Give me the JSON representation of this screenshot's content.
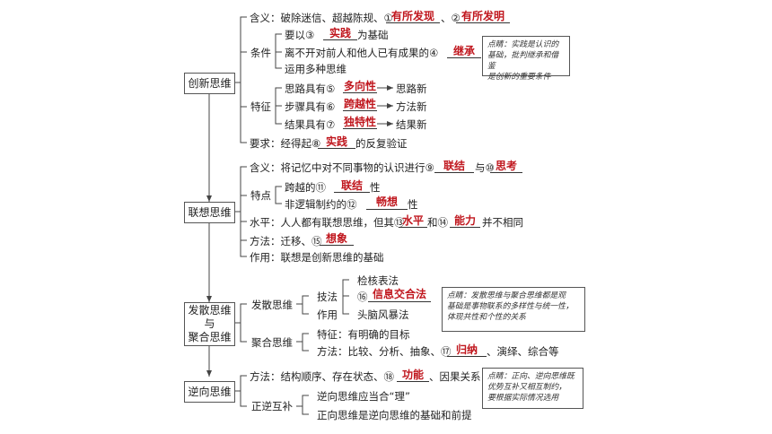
{
  "main_nodes": {
    "innovation": "创新思维",
    "association": "联想思维",
    "divergent": "发散思维\n与\n聚合思维",
    "reverse": "逆向思维"
  },
  "innovation": {
    "meaning_prefix": "含义：破除迷信、超越陈规、①",
    "meaning_a1": "有所发现",
    "meaning_sep": "、②",
    "meaning_a2": "有所发明",
    "condition_label": "条件",
    "cond1_prefix": "要以③",
    "cond1_ans": "实践",
    "cond1_suffix": "为基础",
    "cond2_prefix": "离不开对前人和他人已有成果的④",
    "cond2_ans": "继承",
    "cond3": "运用多种思维",
    "feature_label": "特征",
    "feat1_prefix": "思路具有⑤",
    "feat1_ans": "多向性",
    "feat1_result": "思路新",
    "feat2_prefix": "步骤具有⑥",
    "feat2_ans": "跨越性",
    "feat2_result": "方法新",
    "feat3_prefix": "结果具有⑦",
    "feat3_ans": "独特性",
    "feat3_result": "结果新",
    "require_prefix": "要求：经得起⑧",
    "require_ans": "实践",
    "require_suffix": "的反复验证",
    "note": "点睛：实践是认识的\n基础，批判继承和借鉴\n是创新的重要条件"
  },
  "association": {
    "meaning_prefix": "含义：将记忆中对不同事物的认识进行⑨",
    "meaning_a1": "联结",
    "meaning_sep": "与⑩",
    "meaning_a2": "思考",
    "feature_label": "特点",
    "feat1_prefix": "跨越的⑪",
    "feat1_ans": "联结",
    "feat1_suffix": "性",
    "feat2_prefix": "非逻辑制约的⑫",
    "feat2_ans": "畅想",
    "feat2_suffix": "性",
    "level_prefix": "水平：人人都有联想思维，但其⑬",
    "level_a1": "水平",
    "level_sep": "和⑭",
    "level_a2": "能力",
    "level_suffix": "并不相同",
    "method_prefix": "方法：迁移、⑮",
    "method_ans": "想象",
    "role": "作用：联想是创新思维的基础"
  },
  "divergent": {
    "div_label": "发散思维",
    "tech_label": "技法",
    "role_label": "作用",
    "tech1": "检核表法",
    "tech2_prefix": "⑯",
    "tech2_ans": "信息交合法",
    "tech3": "头脑风暴法",
    "conv_label": "聚合思维",
    "conv_feat": "特征：有明确的目标",
    "conv_method_prefix": "方法：比较、分析、抽象、⑰",
    "conv_method_ans": "归纳",
    "conv_method_suffix": "、演绎、综合等",
    "note": "点睛：发散思维与聚合思维都是观\n基础是事物联系的多样性与统一性，\n体现共性和个性的关系"
  },
  "reverse": {
    "method_prefix": "方法：结构顺序、存在状态、⑱",
    "method_ans": "功能",
    "method_suffix": "、因果关系",
    "mutual_label": "正逆互补",
    "mutual1": "逆向思维应当合“理”",
    "mutual2": "正向思维是逆向思维的基础和前提",
    "note": "点睛：正向、逆向思维既\n优势互补又相互制约，\n要根据实际情况选用"
  }
}
